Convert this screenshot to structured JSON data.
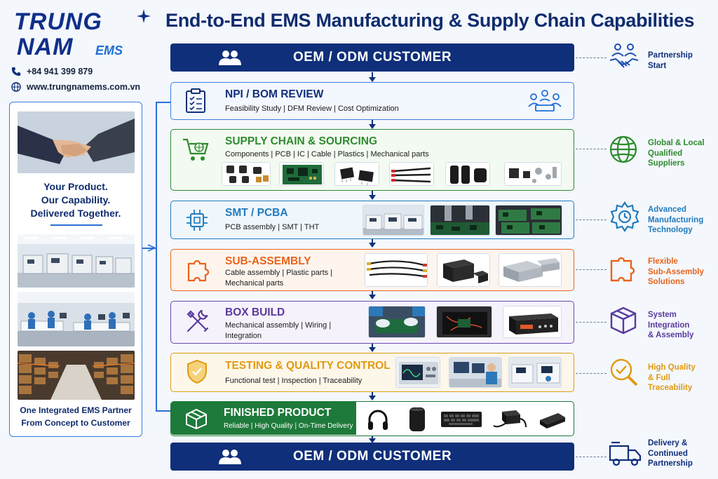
{
  "brand": {
    "line1": "TRUNG",
    "line2": "NAM",
    "suffix": "EMS",
    "primary_color": "#0f2f8a",
    "accent_color": "#1f6fd6"
  },
  "contact": {
    "phone": "+84 941 399 879",
    "website": "www.trungnamems.com.vn"
  },
  "title": "End-to-End EMS Manufacturing & Supply Chain Capabilities",
  "left_panel": {
    "tagline": [
      "Your Product.",
      "Our Capability.",
      "Delivered Together."
    ],
    "bottom": [
      "One Integrated EMS Partner",
      "From Concept to Customer"
    ]
  },
  "flow": {
    "customer_top": "OEM / ODM CUSTOMER",
    "customer_bottom": "OEM / ODM CUSTOMER",
    "npi": {
      "title": "NPI / BOM REVIEW",
      "items": "Feasibility Study   |   DFM Review   |   Cost Optimization",
      "color": "#0f2f7a"
    },
    "supply": {
      "title": "SUPPLY CHAIN & SOURCING",
      "items": "Components   |   PCB   |   IC   |   Cable   |   Plastics   |   Mechanical parts",
      "color": "#2e8b2e"
    },
    "smt": {
      "title": "SMT / PCBA",
      "items": "PCB assembly   |   SMT   |   THT",
      "color": "#1f7bbf"
    },
    "sub": {
      "title": "SUB-ASSEMBLY",
      "items_l1": "Cable assembly   |   Plastic parts   |",
      "items_l2": "Mechanical parts",
      "color": "#e8641b"
    },
    "box": {
      "title": "BOX BUILD",
      "items_l1": "Mechanical assembly   |   Wiring   |",
      "items_l2": "Integration",
      "color": "#5a3a9e"
    },
    "test": {
      "title": "TESTING & QUALITY CONTROL",
      "items": "Functional test   |   Inspection   |   Traceability",
      "color": "#e09a12"
    },
    "finished": {
      "title": "FINISHED PRODUCT",
      "items": "Reliable  |  High Quality  |  On-Time Delivery",
      "color": "#1e7a3a"
    }
  },
  "right_labels": {
    "partnership": [
      "Partnership",
      "Start"
    ],
    "suppliers": [
      "Global & Local",
      "Qualified",
      "Suppliers"
    ],
    "technology": [
      "Advanced",
      "Manufacturing",
      "Technology"
    ],
    "flexible": [
      "Flexible",
      "Sub-Assembly",
      "Solutions"
    ],
    "system": [
      "System",
      "Integration",
      "& Assembly"
    ],
    "quality": [
      "High Quality",
      "& Full",
      "Traceability"
    ],
    "delivery": [
      "Delivery &",
      "Continued",
      "Partnership"
    ]
  }
}
